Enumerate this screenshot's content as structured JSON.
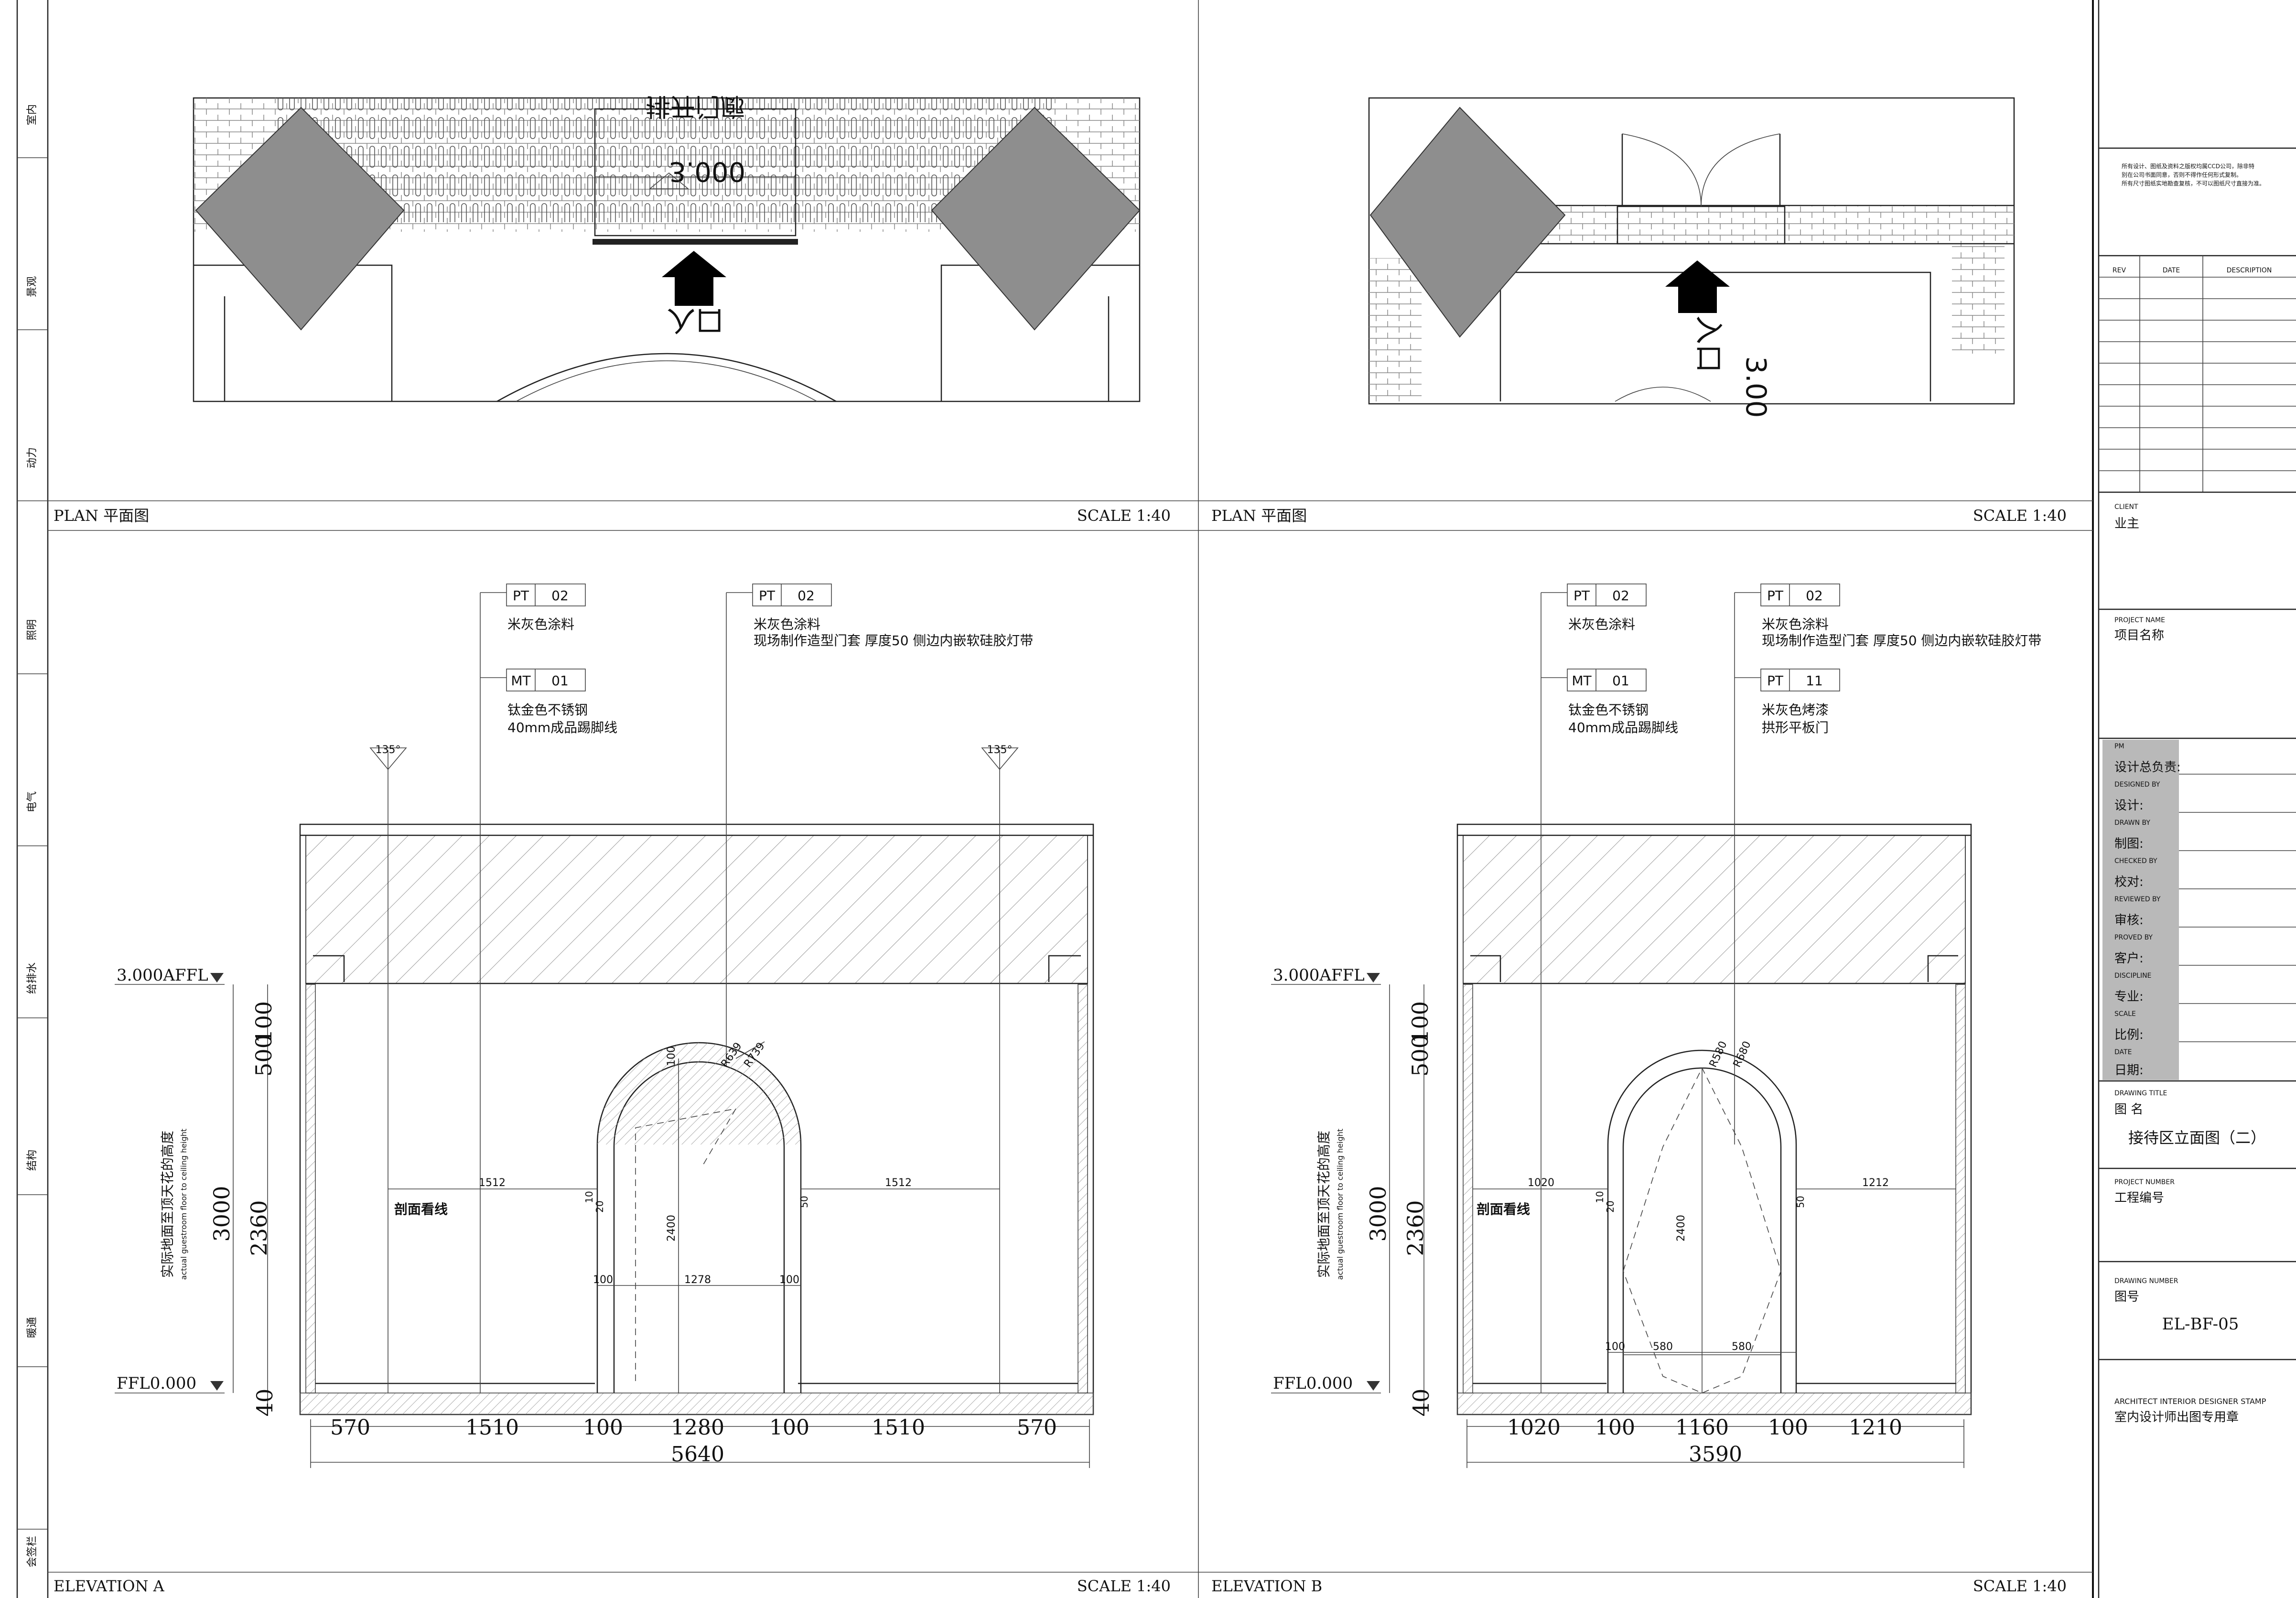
{
  "left_strip": {
    "labels": [
      "室内",
      "景观",
      "动力",
      "照明",
      "电气",
      "给排水",
      "结构",
      "暖通",
      "会签栏"
    ]
  },
  "plan_a": {
    "title": "PLAN  平面图",
    "scale": "SCALE  1:40",
    "mirrored_text_1": "3.000",
    "mirrored_text_2": "入口",
    "mirrored_text_3": "排开门廊"
  },
  "plan_b": {
    "title": "PLAN  平面图",
    "scale": "SCALE  1:40",
    "mirrored_text_1": "入口",
    "mirrored_text_2": "3.00"
  },
  "elev_a": {
    "title": "ELEVATION  A",
    "scale": "SCALE  1:40",
    "tag1": {
      "code": "PT",
      "num": "02",
      "desc": "米灰色涂料"
    },
    "tag2": {
      "code": "MT",
      "num": "01",
      "desc1": "钛金色不锈钢",
      "desc2": "40mm成品踢脚线"
    },
    "tag3": {
      "code": "PT",
      "num": "02",
      "desc1": "米灰色涂料",
      "desc2": "现场制作造型门套 厚度50 侧边内嵌软硅胶灯带"
    },
    "angle_left": "135°",
    "angle_right": "135°",
    "level_top": "3.000AFFL",
    "level_floor": "FFL0.000",
    "section_label": "剖面看线",
    "vertical_note_cn": "实际地面至顶天花的高度",
    "vertical_note_en": "actual guestroom floor to ceiling height",
    "vdims": [
      "100",
      "500",
      "3000",
      "2360",
      "40"
    ],
    "hdims": [
      "570",
      "1510",
      "100",
      "1280",
      "100",
      "1510",
      "570"
    ],
    "total": "5640",
    "inner": {
      "left": "1512",
      "right": "1512",
      "door": "1278",
      "h": "2400",
      "p100a": "100",
      "p100b": "100",
      "p100c": "100",
      "p10": "10",
      "p20": "20",
      "p50": "50",
      "r1": "R639",
      "r2": "R739"
    }
  },
  "elev_b": {
    "title": "ELEVATION  B",
    "scale": "SCALE  1:40",
    "tag1": {
      "code": "PT",
      "num": "02",
      "desc": "米灰色涂料"
    },
    "tag2": {
      "code": "MT",
      "num": "01",
      "desc1": "钛金色不锈钢",
      "desc2": "40mm成品踢脚线"
    },
    "tag3": {
      "code": "PT",
      "num": "02",
      "desc1": "米灰色涂料",
      "desc2": "现场制作造型门套 厚度50 侧边内嵌软硅胶灯带"
    },
    "tag4": {
      "code": "PT",
      "num": "11",
      "desc1": "米灰色烤漆",
      "desc2": "拱形平板门"
    },
    "level_top": "3.000AFFL",
    "level_floor": "FFL0.000",
    "section_label": "剖面看线",
    "vertical_note_cn": "实际地面至顶天花的高度",
    "vertical_note_en": "actual guestroom floor to ceiling height",
    "vdims": [
      "100",
      "500",
      "3000",
      "2360",
      "40"
    ],
    "hdims": [
      "1020",
      "100",
      "1160",
      "100",
      "1210"
    ],
    "total": "3590",
    "inner": {
      "left": "1020",
      "right": "1212",
      "h": "2400",
      "d100": "100",
      "d580a": "580",
      "d580b": "580",
      "p10": "10",
      "p20": "20",
      "p50": "50",
      "r1": "R580",
      "r2": "R680"
    }
  },
  "title_block": {
    "note_lines": [
      "所有设计、图纸及资料之版权均属CCD公司，除非特",
      "别在公司书面同意，否则不得作任何形式复制。",
      "所有尺寸图纸实地勘查复核，不可以图纸尺寸直接为准。"
    ],
    "rev_headers": [
      "REV",
      "DATE",
      "DESCRIPTION"
    ],
    "client_label": "CLIENT",
    "client_value": "业主",
    "project_name_label": "PROJECT NAME",
    "project_name_value": "项目名称",
    "roles": [
      {
        "en": "PM",
        "cn": "设计总负责:"
      },
      {
        "en": "DESIGNED BY",
        "cn": "设计:"
      },
      {
        "en": "DRAWN BY",
        "cn": "制图:"
      },
      {
        "en": "CHECKED BY",
        "cn": "校对:"
      },
      {
        "en": "REVIEWED BY",
        "cn": "审核:"
      },
      {
        "en": "PROVED BY",
        "cn": "客户:"
      },
      {
        "en": "DISCIPLINE",
        "cn": "专业:"
      },
      {
        "en": "SCALE",
        "cn": "比例:"
      },
      {
        "en": "DATE",
        "cn": "日期:"
      }
    ],
    "drawing_title_label": "DRAWING TITLE",
    "drawing_title_cn": "图  名",
    "drawing_title_value": "接待区立面图（二）",
    "project_number_label": "PROJECT NUMBER",
    "project_number_cn": "工程编号",
    "drawing_number_label": "DRAWING NUMBER",
    "drawing_number_cn": "图号",
    "drawing_number_value": "EL-BF-05",
    "stamp_label": "ARCHITECT INTERIOR DESIGNER STAMP",
    "stamp_cn": "室内设计师出图专用章"
  }
}
